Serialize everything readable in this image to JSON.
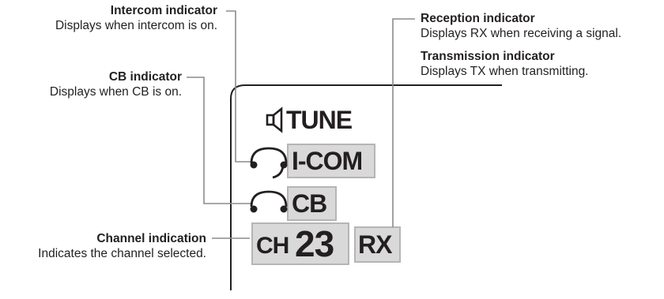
{
  "callouts": {
    "intercom": {
      "title": "Intercom indicator",
      "desc": "Displays when intercom is on."
    },
    "cb": {
      "title": "CB indicator",
      "desc": "Displays when CB is on."
    },
    "channel": {
      "title": "Channel indication",
      "desc": "Indicates the channel selected."
    },
    "reception": {
      "title": "Reception indicator",
      "desc": "Displays RX when receiving a signal."
    },
    "transmission": {
      "title": "Transmission indicator",
      "desc": "Displays TX when transmitting."
    }
  },
  "display": {
    "tune": "TUNE",
    "icom": "I-COM",
    "cb": "CB",
    "ch_prefix": "CH",
    "channel_number": "23",
    "rx": "RX"
  },
  "icons": {
    "speaker": "speaker-icon",
    "headset_mic": "headset-mic-icon",
    "headset": "headset-icon"
  },
  "colors": {
    "text": "#231f20",
    "leader_line": "#8c8c8c",
    "highlight_box": "#d9d9d9",
    "box_outline": "#b5b5b5"
  }
}
